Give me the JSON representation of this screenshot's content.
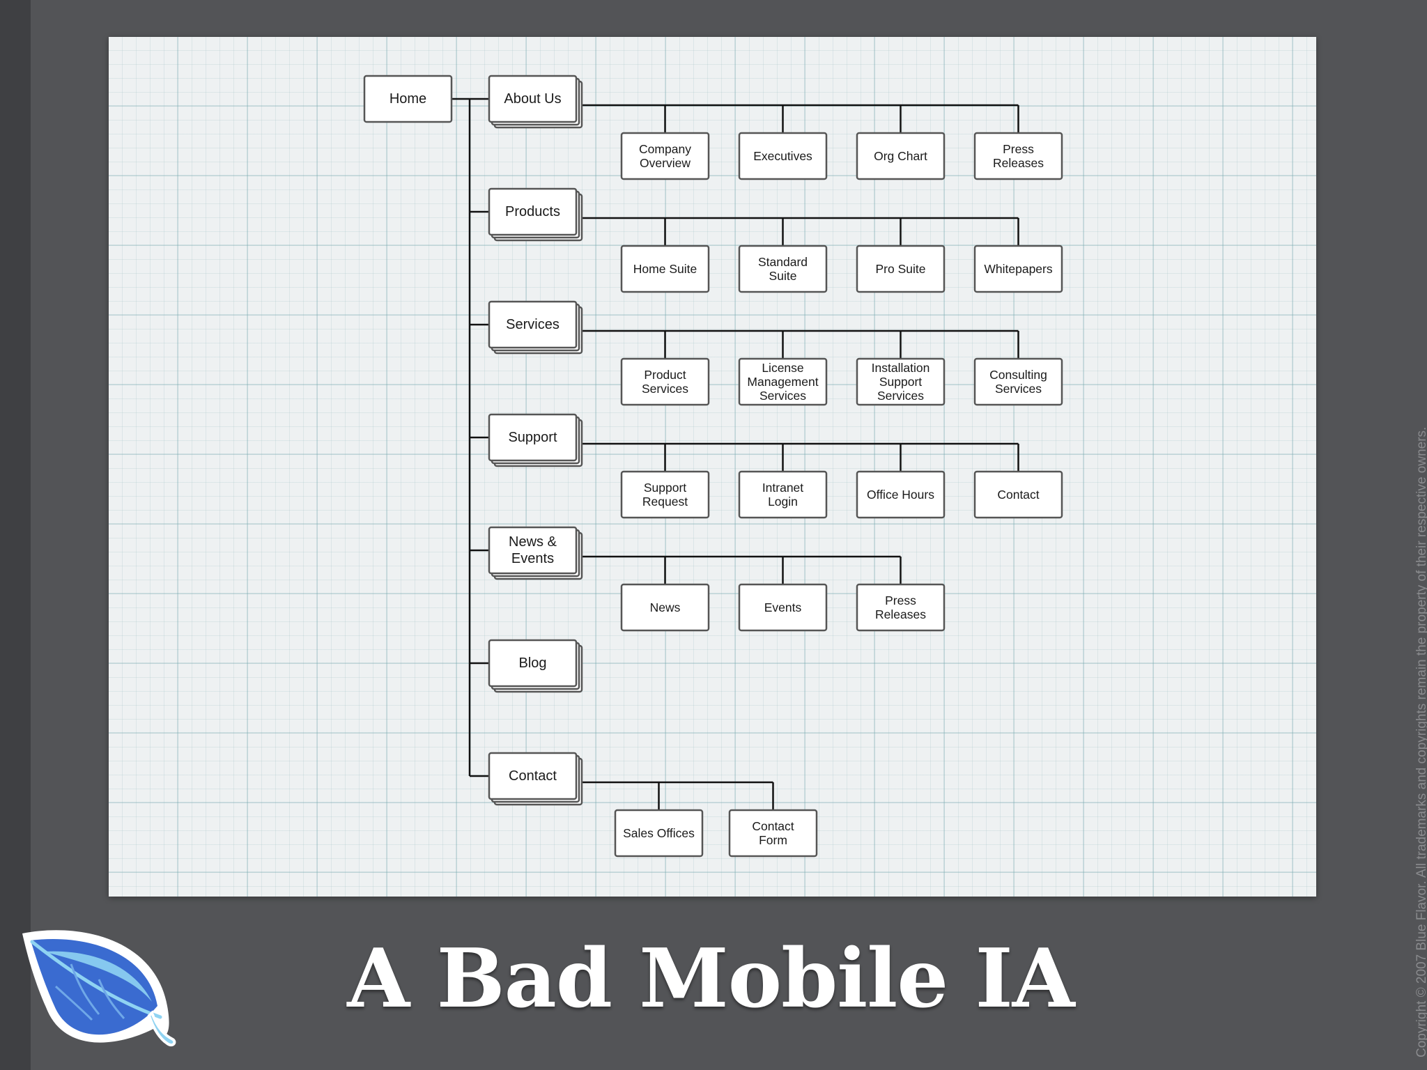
{
  "slide": {
    "title": "A Bad Mobile IA",
    "copyright": "Copyright © 2007 Blue Flavor. All trademarks and copyrights remain the property of their respective owners.",
    "logo_icon": "leaf-icon",
    "colors": {
      "background": "#535457",
      "paper": "#eef1f2",
      "grid": "#9fcbd0",
      "box_border": "#555555",
      "connector": "#111111",
      "logo_blue": "#3a6bd0",
      "logo_light": "#8fd3f2"
    }
  },
  "diagram": {
    "root": "Home",
    "sections": [
      {
        "label": "About Us",
        "children": [
          "Company\nOverview",
          "Executives",
          "Org Chart",
          "Press\nReleases"
        ]
      },
      {
        "label": "Products",
        "children": [
          "Home Suite",
          "Standard\nSuite",
          "Pro Suite",
          "Whitepapers"
        ]
      },
      {
        "label": "Services",
        "children": [
          "Product\nServices",
          "License\nManagement\nServices",
          "Installation\nSupport\nServices",
          "Consulting\nServices"
        ]
      },
      {
        "label": "Support",
        "children": [
          "Support\nRequest",
          "Intranet\nLogin",
          "Office Hours",
          "Contact"
        ]
      },
      {
        "label": "News &\nEvents",
        "children": [
          "News",
          "Events",
          "Press\nReleases"
        ]
      },
      {
        "label": "Blog",
        "children": []
      },
      {
        "label": "Contact",
        "children": [
          "Sales Offices",
          "Contact\nForm"
        ]
      }
    ]
  }
}
